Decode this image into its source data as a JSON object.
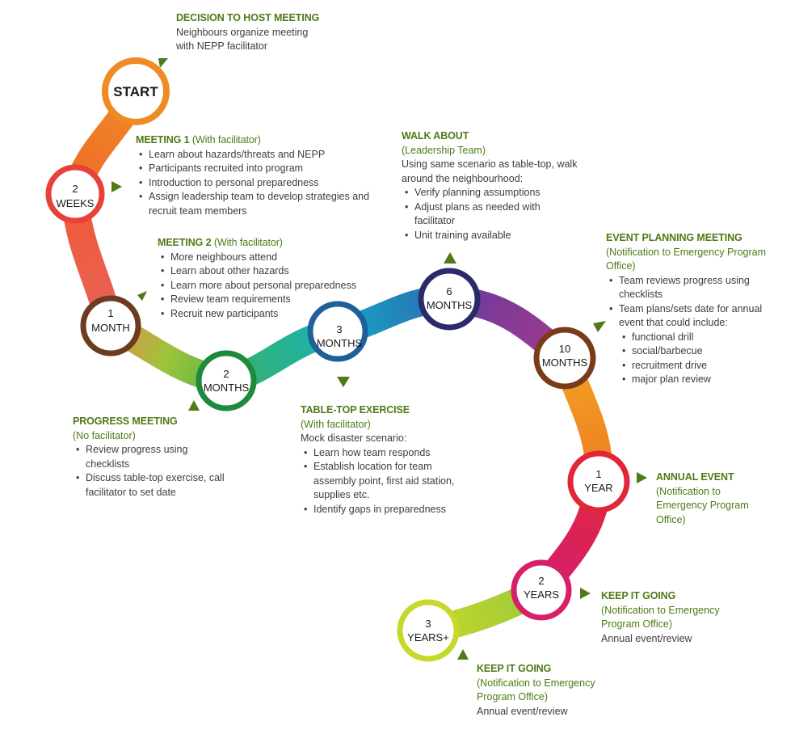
{
  "milestones": [
    {
      "id": "start",
      "line1": "START",
      "line2": "",
      "color": "#f08a24"
    },
    {
      "id": "2-weeks",
      "line1": "2",
      "line2": "WEEKS",
      "color": "#e8403a"
    },
    {
      "id": "1-month",
      "line1": "1",
      "line2": "MONTH",
      "color": "#6b3c1e"
    },
    {
      "id": "2-months",
      "line1": "2",
      "line2": "MONTHS",
      "color": "#1e8a3c"
    },
    {
      "id": "3-months",
      "line1": "3",
      "line2": "MONTHS",
      "color": "#1f5f9a"
    },
    {
      "id": "6-months",
      "line1": "6",
      "line2": "MONTHS",
      "color": "#2b2a6a"
    },
    {
      "id": "10-months",
      "line1": "10",
      "line2": "MONTHS",
      "color": "#7a3b1a"
    },
    {
      "id": "1-year",
      "line1": "1",
      "line2": "YEAR",
      "color": "#e2263a"
    },
    {
      "id": "2-years",
      "line1": "2",
      "line2": "YEARS",
      "color": "#d81f6a"
    },
    {
      "id": "3-years",
      "line1": "3",
      "line2": "YEARS+",
      "color": "#c6d82a"
    }
  ],
  "annotations": {
    "decision": {
      "title": "DECISION TO HOST MEETING",
      "lines": [
        "Neighbours organize meeting",
        "with NEPP facilitator"
      ]
    },
    "meeting1": {
      "title": "MEETING 1",
      "subtitle": " (With facilitator)",
      "bullets": [
        "Learn about hazards/threats and NEPP",
        "Participants recruited into program",
        "Introduction to personal preparedness",
        "Assign leadership team to develop strategies and recruit team members"
      ]
    },
    "meeting2": {
      "title": "MEETING 2",
      "subtitle": " (With facilitator)",
      "bullets": [
        "More neighbours attend",
        "Learn about other hazards",
        "Learn more about personal preparedness",
        "Review team requirements",
        "Recruit new participants"
      ]
    },
    "progress": {
      "title": "PROGRESS MEETING",
      "subtitle": "(No facilitator)",
      "bullets": [
        "Review progress using checklists",
        "Discuss table-top exercise, call facilitator to set date"
      ]
    },
    "tabletop": {
      "title": "TABLE-TOP EXERCISE",
      "subtitle": "(With facilitator)",
      "intro": "Mock disaster scenario:",
      "bullets": [
        "Learn how team responds",
        "Establish location for team assembly point, first aid station, supplies etc.",
        "Identify gaps in preparedness"
      ]
    },
    "walkabout": {
      "title": "WALK ABOUT",
      "subtitle": "(Leadership Team)",
      "intro": "Using same scenario as table-top, walk around the neighbourhood:",
      "bullets": [
        "Verify planning assumptions",
        "Adjust plans as needed with facilitator",
        "Unit training available"
      ]
    },
    "eventplanning": {
      "title": "EVENT PLANNING MEETING",
      "subtitle": "(Notification to Emergency Program Office)",
      "bullets": [
        "Team reviews progress using checklists",
        "Team plans/sets date for annual event that could include:"
      ],
      "sub_bullets": [
        "functional drill",
        "social/barbecue",
        "recruitment drive",
        "major plan review"
      ]
    },
    "annual": {
      "title": "ANNUAL EVENT",
      "subtitle": "(Notification to Emergency Program Office)"
    },
    "keep1": {
      "title": "KEEP IT GOING",
      "subtitle": "(Notification to Emergency Program Office)",
      "note": "Annual event/review"
    },
    "keep2": {
      "title": "KEEP IT GOING",
      "subtitle": "(Notification to Emergency Program Office)",
      "note": "Annual event/review"
    }
  }
}
